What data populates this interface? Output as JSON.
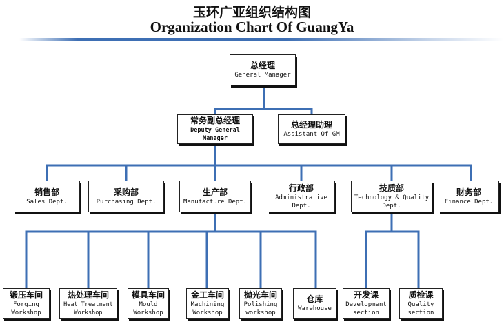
{
  "header": {
    "title_cn": "玉环广亚组织结构图",
    "title_en": "Organization Chart Of GuangYa"
  },
  "colors": {
    "connector": "#3e6fb4",
    "border": "#222222"
  },
  "nodes": {
    "gm": {
      "cn": "总经理",
      "en": "General Manager"
    },
    "dgm": {
      "cn": "常务副总经理",
      "en": "Deputy General Manager"
    },
    "agm": {
      "cn": "总经理助理",
      "en": "Assistant Of GM"
    },
    "sales": {
      "cn": "销售部",
      "en": "Sales Dept."
    },
    "purchasing": {
      "cn": "采购部",
      "en": "Purchasing Dept."
    },
    "manufacture": {
      "cn": "生产部",
      "en": "Manufacture Dept."
    },
    "admin": {
      "cn": "行政部",
      "en": "Administrative\nDept."
    },
    "tech": {
      "cn": "技质部",
      "en": "Technology & Quality\nDept."
    },
    "finance": {
      "cn": "财务部",
      "en": "Finance Dept."
    },
    "forging": {
      "cn": "锻压车间",
      "en": "Forging\nWorkshop"
    },
    "heat": {
      "cn": "热处理车间",
      "en": "Heat Treatment\nWorkshop"
    },
    "mould": {
      "cn": "模具车间",
      "en": "Mould\nWorkshop"
    },
    "machining": {
      "cn": "金工车间",
      "en": "Machining\nWorkshop"
    },
    "polishing": {
      "cn": "抛光车间",
      "en": "Polishing\nworkshop"
    },
    "warehouse": {
      "cn": "仓库",
      "en": "Warehouse"
    },
    "development": {
      "cn": "开发课",
      "en": "Development\nsection"
    },
    "quality": {
      "cn": "质检课",
      "en": "Quality\nsection"
    }
  }
}
